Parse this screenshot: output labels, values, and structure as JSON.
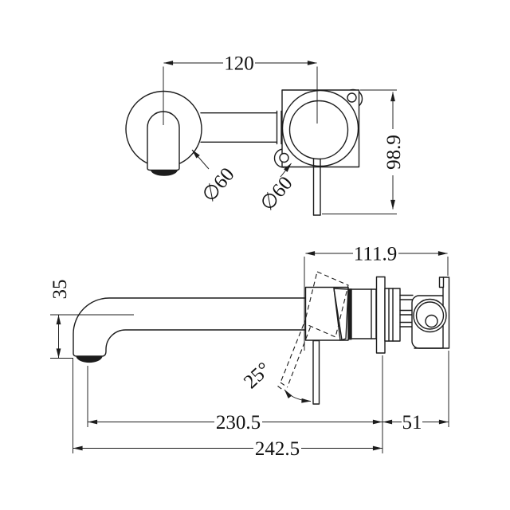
{
  "drawing": {
    "background_color": "#ffffff",
    "line_color": "#1c1c1c",
    "top_view": {
      "center_distance": "120",
      "spout_plate_diameter": "∅60",
      "mixer_plate_diameter": "∅60",
      "overall_height": "98.9"
    },
    "side_view": {
      "spout_tip_drop": "35",
      "body_depth": "111.9",
      "handle_swing_angle": "25°",
      "spout_reach": "230.5",
      "behind_wall_depth": "51",
      "overall_reach": "242.5"
    }
  }
}
